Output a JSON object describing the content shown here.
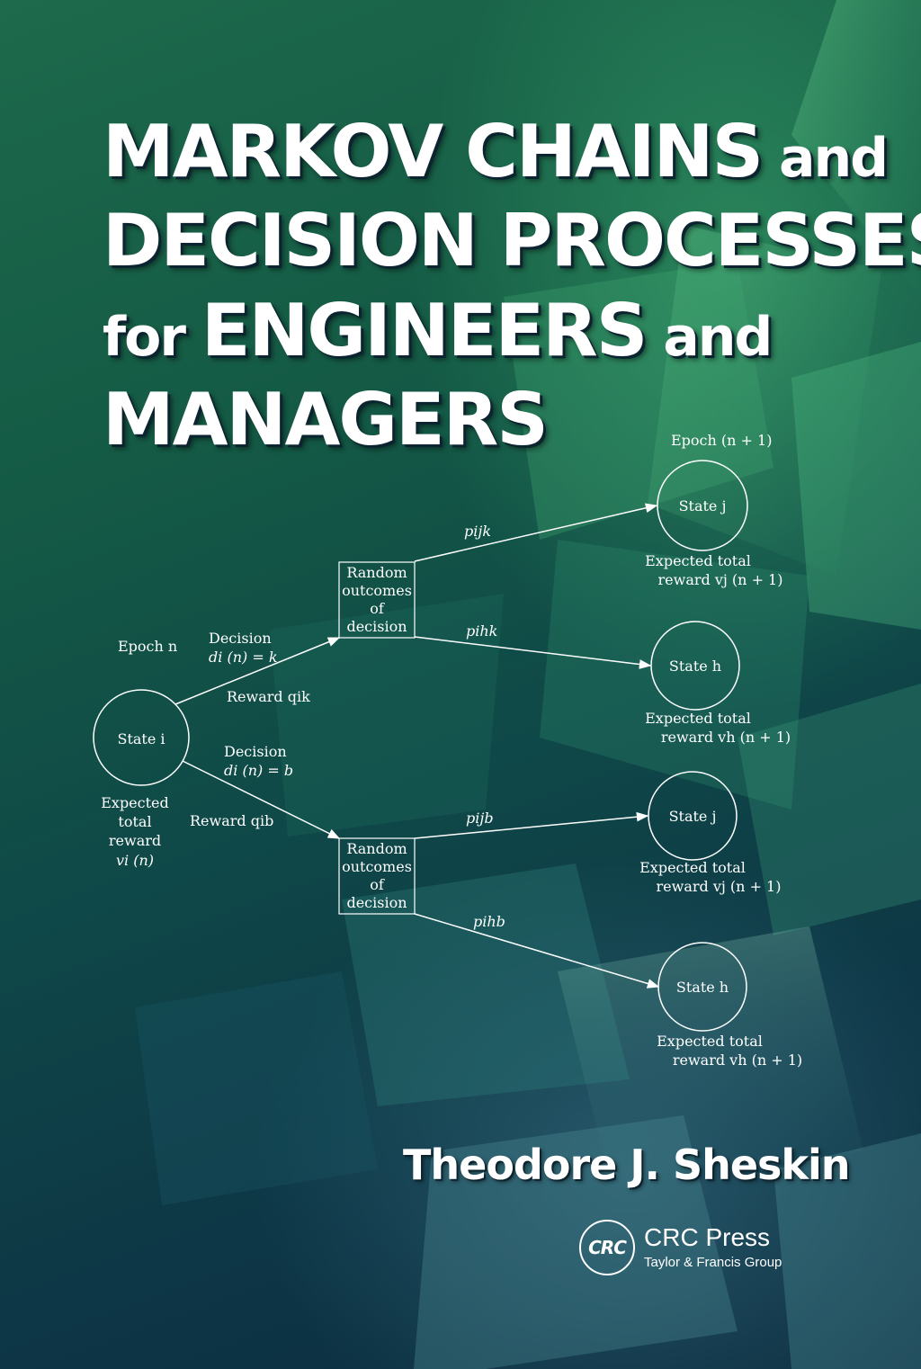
{
  "cover": {
    "title_lines": [
      {
        "main": "MARKOV CHAINS",
        "suffix": " and"
      },
      {
        "main": "DECISION PROCESSES",
        "suffix": ""
      },
      {
        "prefix": "for ",
        "main": "ENGINEERS",
        "suffix": " and"
      },
      {
        "main": "MANAGERS",
        "suffix": ""
      }
    ],
    "author": "Theodore J. Sheskin",
    "publisher": {
      "logo_text": "CRC",
      "name": "CRC Press",
      "group": "Taylor & Francis Group"
    },
    "colors": {
      "background_top": "#1d6a4c",
      "background_bottom": "#0b2c3e",
      "text": "#ffffff"
    }
  },
  "diagram": {
    "epoch_n": "Epoch n",
    "epoch_next": "Epoch (n + 1)",
    "origin": {
      "state": "State i",
      "value_lines": [
        "Expected",
        "total",
        "reward",
        "vi (n)"
      ]
    },
    "decisions": [
      {
        "label": "Decision",
        "rule": "di (n) = k",
        "reward": "Reward qik",
        "box_lines": [
          "Random",
          "outcomes",
          "of",
          "decision"
        ],
        "outcomes": [
          {
            "prob": "pijk",
            "state": "State j",
            "reward_lines": [
              "Expected total",
              "reward vj (n + 1)"
            ]
          },
          {
            "prob": "pihk",
            "state": "State h",
            "reward_lines": [
              "Expected total",
              "reward vh (n + 1)"
            ]
          }
        ]
      },
      {
        "label": "Decision",
        "rule": "di (n) = b",
        "reward": "Reward qib",
        "box_lines": [
          "Random",
          "outcomes",
          "of",
          "decision"
        ],
        "outcomes": [
          {
            "prob": "pijb",
            "state": "State j",
            "reward_lines": [
              "Expected total",
              "reward vj (n + 1)"
            ]
          },
          {
            "prob": "pihb",
            "state": "State h",
            "reward_lines": [
              "Expected total",
              "reward vh (n + 1)"
            ]
          }
        ]
      }
    ]
  }
}
